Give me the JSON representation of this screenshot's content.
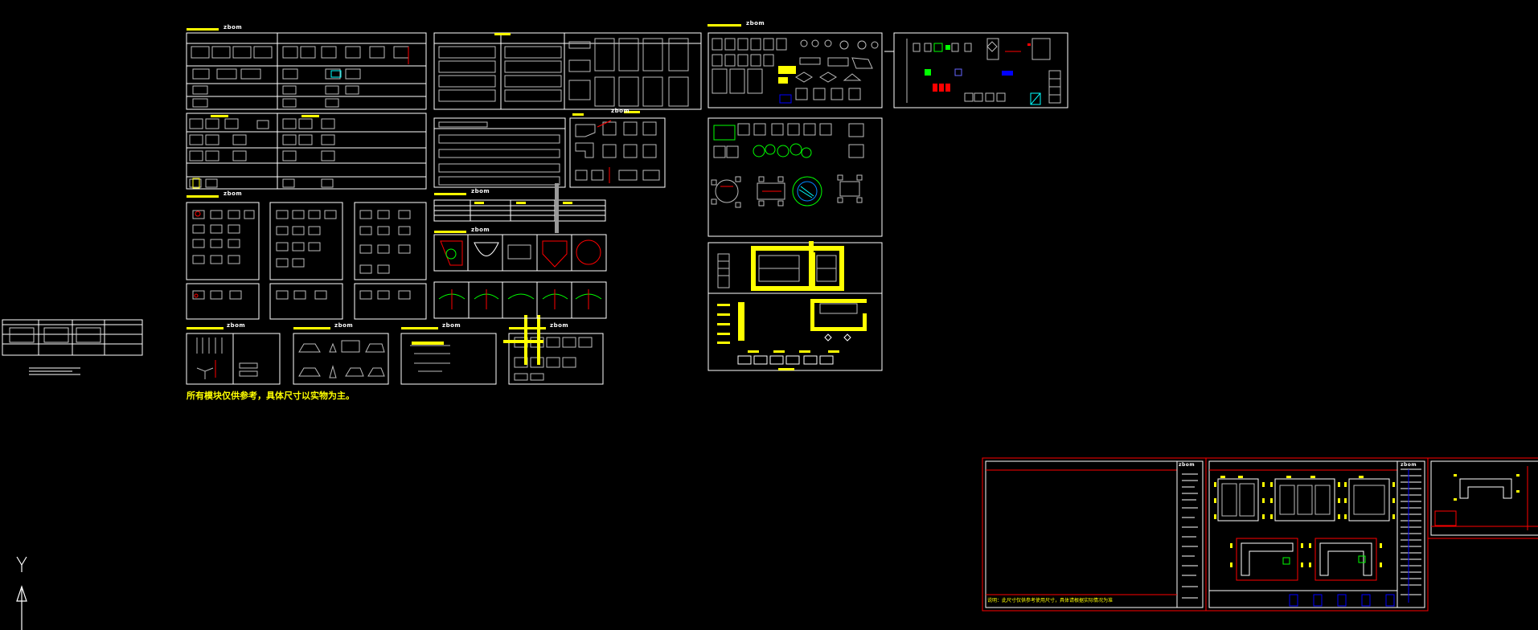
{
  "brand_label": "zbom",
  "notes": {
    "main_note": "所有模块仅供参考，具体尺寸以实物为主。",
    "sheet_note": "说明：此尺寸仅供参考使用尺寸，具体请根据实际情况为准"
  },
  "ucs_icon": {
    "axis_label": "Y"
  },
  "colors": {
    "background": "#000000",
    "frame": "#ffffff",
    "highlight": "#ffff00",
    "accent_red": "#ff0000",
    "accent_green": "#00ff00",
    "accent_cyan": "#00ffff",
    "accent_blue": "#0000ff"
  }
}
